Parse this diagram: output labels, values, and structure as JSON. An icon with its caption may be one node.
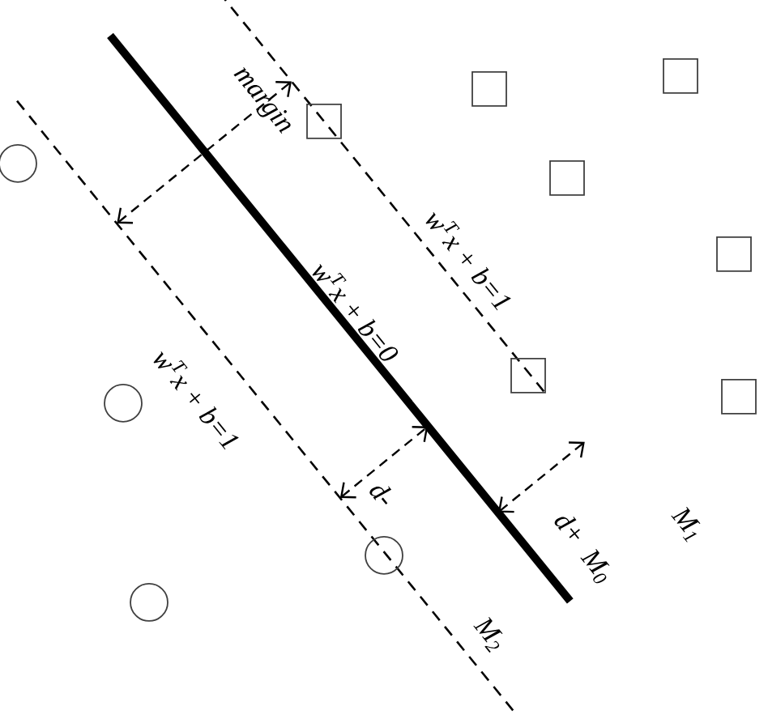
{
  "diagram": {
    "nodes": [
      {
        "text": [],
        "shape": "box"
      },
      {
        "text": [],
        "shape": "box"
      },
      {
        "text": [],
        "shape": "box"
      },
      {
        "text": [],
        "shape": "circle"
      },
      {
        "text": [],
        "shape": "box"
      },
      {
        "text": [],
        "shape": "box"
      },
      {
        "text": [],
        "shape": "box"
      },
      {
        "text": [],
        "shape": "box"
      },
      {
        "text": [],
        "shape": "circle"
      },
      {
        "text": [],
        "shape": "circle"
      },
      {
        "text": [],
        "shape": "circle"
      }
    ],
    "labels": [
      "margin",
      "w$^{T}$x + b=1",
      "w$^{T}$x + b=0",
      "w$^{T}$x + b=1",
      "d-",
      "d+",
      "M$_{1}$",
      "M$_{0}$",
      "M$_{2}$"
    ]
  }
}
